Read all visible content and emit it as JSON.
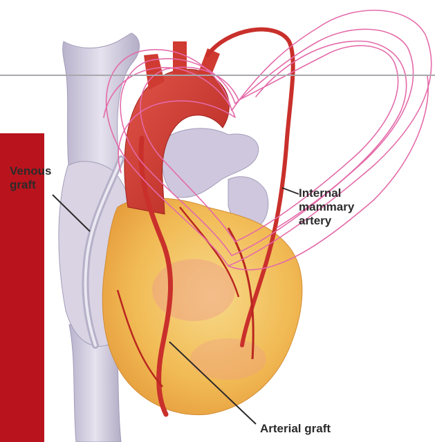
{
  "labels": {
    "venous_graft": [
      "Venous",
      "graft"
    ],
    "internal_mammary_artery": [
      "Internal",
      "mammary",
      "artery"
    ],
    "arterial_graft": "Arterial graft"
  },
  "colors": {
    "side_bar": "#b9141d",
    "divider_line": "#a8a8ad",
    "pink_outline": "#e46aa9",
    "artery": "#c9302b",
    "vein": "#c8c3d8",
    "heart_body": "#f3c35c",
    "label_text": "#2c2a2a"
  }
}
